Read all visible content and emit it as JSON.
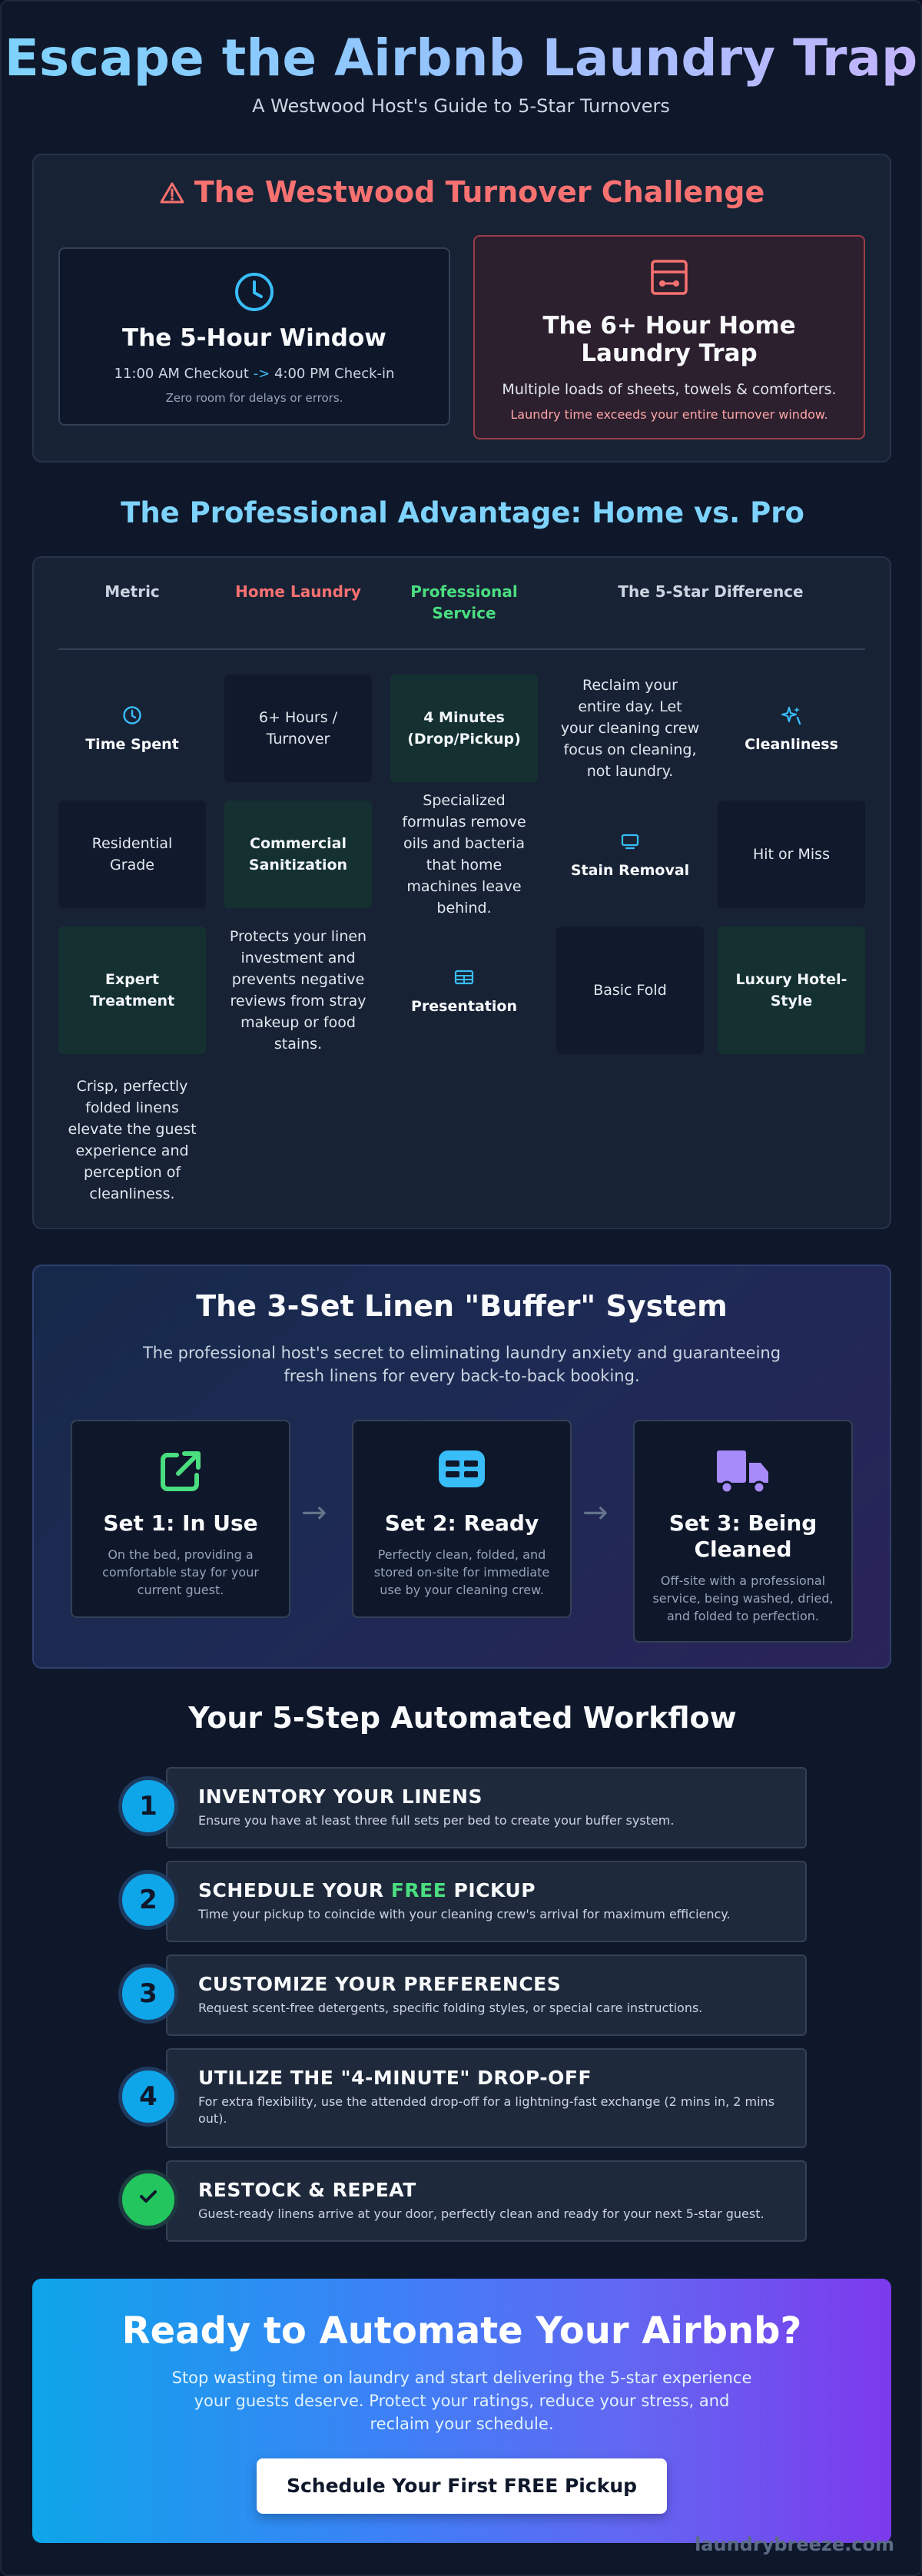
{
  "hero": {
    "title": "Escape the Airbnb Laundry Trap",
    "subtitle": "A Westwood Host's Guide to 5-Star Turnovers"
  },
  "challenge": {
    "title": "The Westwood Turnover Challenge",
    "left": {
      "title": "The 5-Hour Window",
      "checkout": "11:00 AM Checkout",
      "arrow": "->",
      "checkin": "4:00 PM Check-in",
      "note": "Zero room for delays or errors."
    },
    "right": {
      "title_line1": "The 6+ Hour Home",
      "title_line2": "Laundry Trap",
      "line1": "Multiple loads of sheets, towels & comforters.",
      "note": "Laundry time exceeds your entire turnover window."
    }
  },
  "comparison": {
    "title": "The Professional Advantage: Home vs. Pro",
    "headers": {
      "metric": "Metric",
      "home": "Home Laundry",
      "pro_line1": "Professional",
      "pro_line2": "Service",
      "diff": "The 5-Star Difference"
    },
    "cells": {
      "time_spent": "Time Spent",
      "time_home_1": "6+ Hours /",
      "time_home_2": "Turnover",
      "time_pro_1": "4 Minutes",
      "time_pro_2": "(Drop/Pickup)",
      "time_diff": "Reclaim your entire day. Let your cleaning crew focus on cleaning, not laundry.",
      "cleanliness": "Cleanliness",
      "clean_home_1": "Residential",
      "clean_home_2": "Grade",
      "clean_pro_1": "Commercial",
      "clean_pro_2": "Sanitization",
      "clean_diff": "Specialized formulas remove oils and bacteria that home machines leave behind.",
      "stain_removal": "Stain Removal",
      "stain_home": "Hit or Miss",
      "stain_pro_1": "Expert",
      "stain_pro_2": "Treatment",
      "stain_diff": "Protects your linen investment and prevents negative reviews from stray makeup or food stains.",
      "presentation": "Presentation",
      "pres_home": "Basic Fold",
      "pres_pro_1": "Luxury Hotel-",
      "pres_pro_2": "Style",
      "pres_diff": "Crisp, perfectly folded linens elevate the guest experience and perception of cleanliness."
    }
  },
  "buffer": {
    "title": "The 3-Set Linen \"Buffer\" System",
    "intro": "The professional host's secret to eliminating laundry anxiety and guaranteeing fresh linens for every back-to-back booking.",
    "arrow": "→",
    "sets": [
      {
        "title": "Set 1: In Use",
        "desc": "On the bed, providing a comfortable stay for your current guest."
      },
      {
        "title": "Set 2: Ready",
        "desc": "Perfectly clean, folded, and stored on-site for immediate use by your cleaning crew."
      },
      {
        "title_line1": "Set 3: Being",
        "title_line2": "Cleaned",
        "desc": "Off-site with a professional service, being washed, dried, and folded to perfection."
      }
    ]
  },
  "workflow": {
    "title": "Your 5-Step Automated Workflow",
    "steps": [
      {
        "num": "1",
        "title": "INVENTORY YOUR LINENS",
        "desc": "Ensure you have at least three full sets per bed to create your buffer system."
      },
      {
        "num": "2",
        "title_pre": "SCHEDULE YOUR ",
        "title_free": "FREE",
        "title_post": " PICKUP",
        "desc": "Time your pickup to coincide with your cleaning crew's arrival for maximum efficiency."
      },
      {
        "num": "3",
        "title": "CUSTOMIZE YOUR PREFERENCES",
        "desc": "Request scent-free detergents, specific folding styles, or special care instructions."
      },
      {
        "num": "4",
        "title": "UTILIZE THE \"4-MINUTE\" DROP-OFF",
        "desc": "For extra flexibility, use the attended drop-off for a lightning-fast exchange (2 mins in, 2 mins out)."
      },
      {
        "title": "RESTOCK & REPEAT",
        "desc": "Guest-ready linens arrive at your door, perfectly clean and ready for your next 5-star guest."
      }
    ]
  },
  "cta": {
    "title": "Ready to Automate Your Airbnb?",
    "text": "Stop wasting time on laundry and start delivering the 5-star experience your guests deserve. Protect your ratings, reduce your stress, and reclaim your schedule.",
    "button": "Schedule Your First FREE Pickup"
  },
  "watermark": "laundrybreeze.com",
  "colors": {
    "background": "#0f172a",
    "accent_blue": "#38bdf8",
    "accent_red": "#f87171",
    "accent_green": "#4ade80",
    "accent_purple": "#a78bfa"
  },
  "icons": [
    "warning-icon",
    "clock-icon",
    "laundry-machine-icon",
    "sparkle-icon",
    "stain-icon",
    "fold-icon",
    "external-link-icon",
    "card-icon",
    "truck-icon",
    "check-icon"
  ]
}
